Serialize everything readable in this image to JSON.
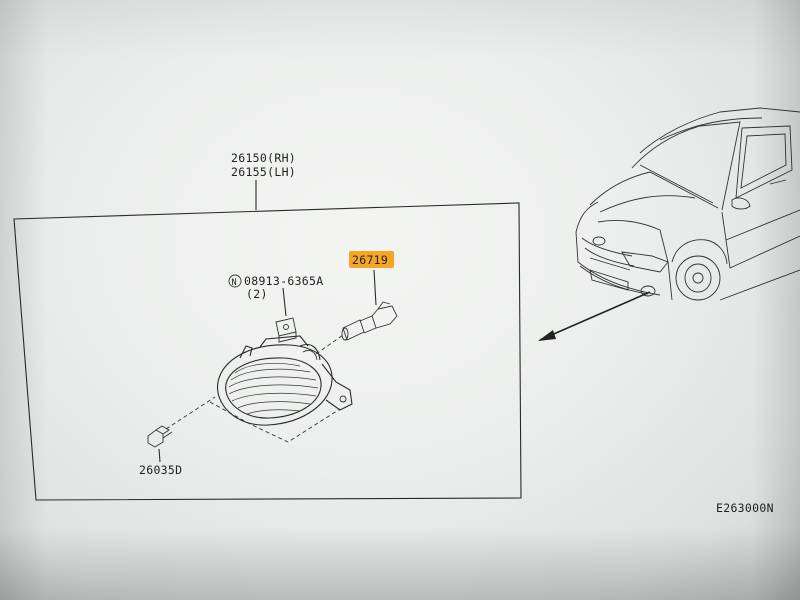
{
  "diagram": {
    "assembly_rh": "26150(RH)",
    "assembly_lh": "26155(LH)",
    "bulb_part": "26719",
    "nut_part": "08913-6365A",
    "nut_prefix": "N",
    "nut_qty": "(2)",
    "bolt_part": "26035D",
    "figure_code": "E263000N",
    "highlight_color": "#f5a623"
  }
}
